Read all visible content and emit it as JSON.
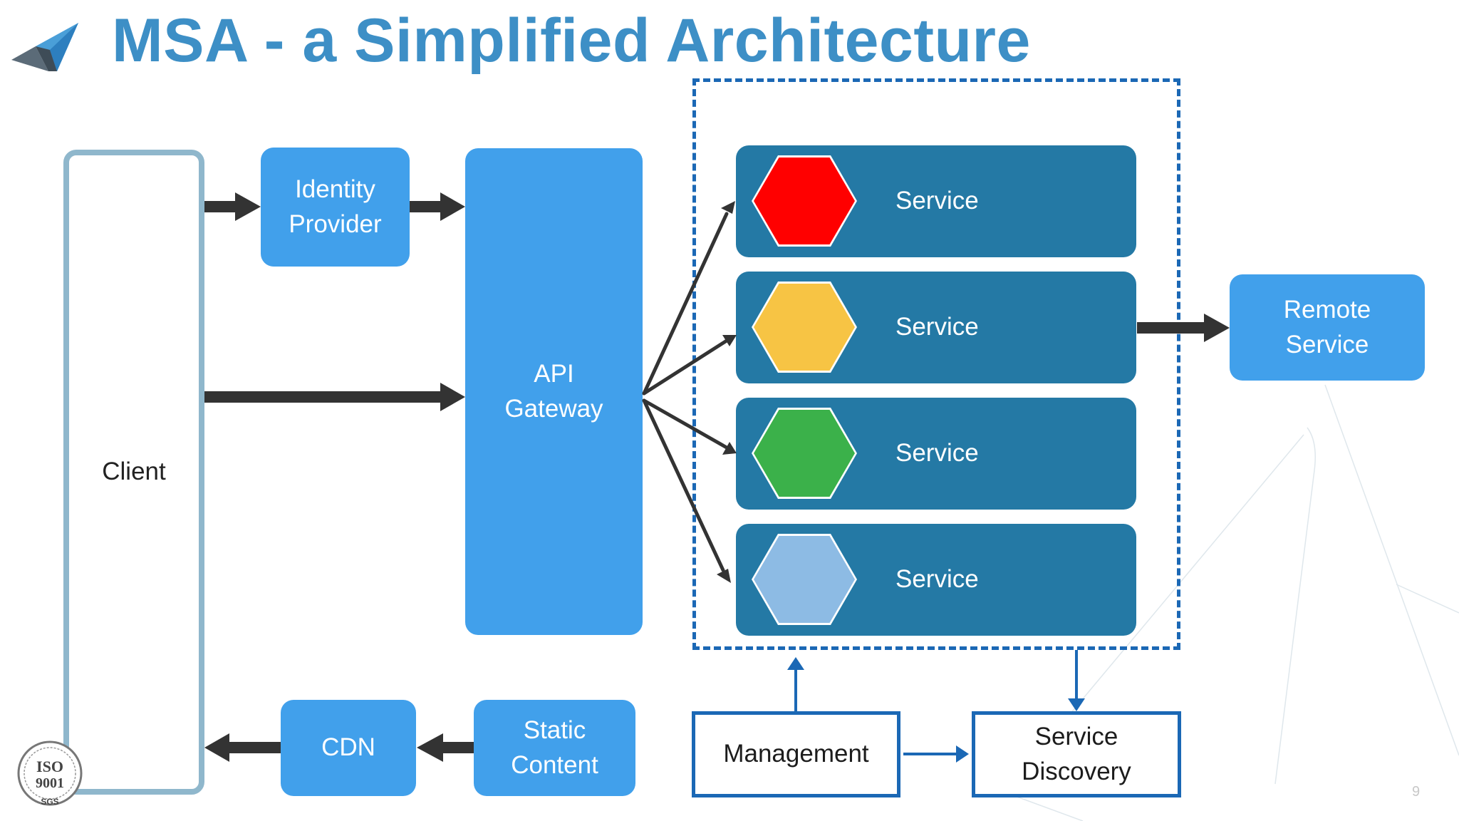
{
  "title": "MSA - a Simplified Architecture",
  "nodes": {
    "client": "Client",
    "identity_provider": "Identity\nProvider",
    "api_gateway": "API\nGateway",
    "cdn": "CDN",
    "static_content": "Static\nContent",
    "remote_service": "Remote\nService",
    "management": "Management",
    "service_discovery": "Service\nDiscovery"
  },
  "services": [
    {
      "label": "Service",
      "color": "#ff0000"
    },
    {
      "label": "Service",
      "color": "#f7c444"
    },
    {
      "label": "Service",
      "color": "#3bb14a"
    },
    {
      "label": "Service",
      "color": "#8dbbe4"
    }
  ],
  "colors": {
    "title": "#3d8fc6",
    "box_fill": "#41a0eb",
    "service_fill": "#2479a5",
    "client_border": "#8fb7cc",
    "dashed_border": "#1b68b5",
    "arrow_dark": "#333333",
    "arrow_blue": "#1b68b5"
  },
  "page_number": "9",
  "logos": {
    "certification_badge": "ISO 9001 SGS"
  }
}
